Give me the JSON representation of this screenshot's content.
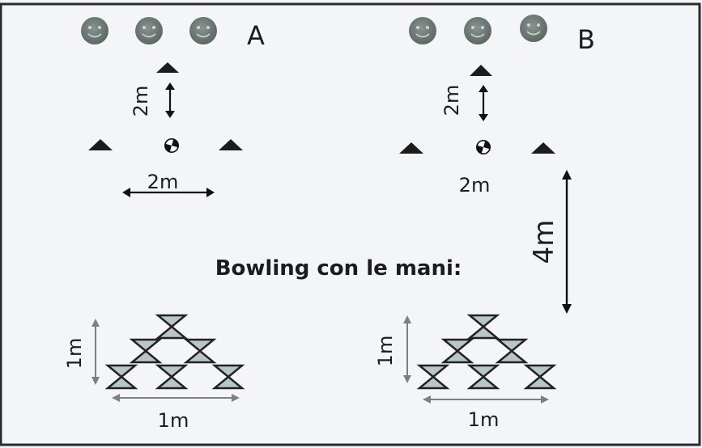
{
  "group_a": {
    "label": "A",
    "distance_front": "2m",
    "distance_side": "2m"
  },
  "group_b": {
    "label": "B",
    "distance_front": "2m",
    "distance_side": "2m",
    "distance_pins": "4m"
  },
  "bowling": {
    "title": "Bowling con le mani:",
    "pins_a": {
      "height": "1m",
      "width": "1m"
    },
    "pins_b": {
      "height": "1m",
      "width": "1m"
    }
  },
  "colors": {
    "background": "#f3f5f8",
    "face": "#6d7872",
    "cone": "#1c1c1c",
    "pin_fill": "#b8c6c4",
    "pin_stroke": "#222222",
    "arrow_gray": "#7a8088"
  }
}
